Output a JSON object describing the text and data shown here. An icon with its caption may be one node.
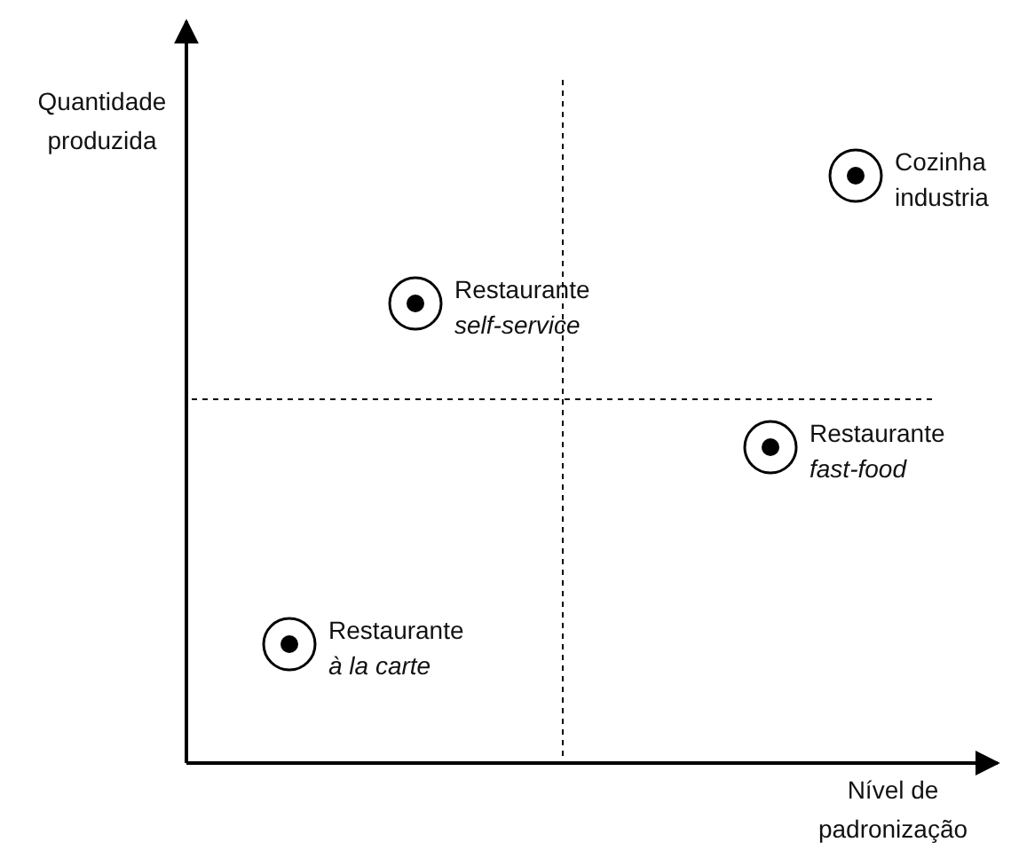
{
  "diagram": {
    "nodes": [
      {
        "text": [],
        "shape": "circle",
        "beside": [
          "Cozinha industria"
        ]
      },
      {
        "text": [],
        "shape": "circle",
        "beside": [
          "Restaurante *self-service*"
        ]
      },
      {
        "text": [],
        "shape": "circle",
        "beside": [
          "Restaurante *fast-food*"
        ]
      },
      {
        "text": [],
        "shape": "circle",
        "beside": [
          "Restaurante *à la carte*"
        ]
      }
    ],
    "edges": [],
    "labels": [
      "Quantidade produzida",
      "Nível de padronização"
    ]
  }
}
